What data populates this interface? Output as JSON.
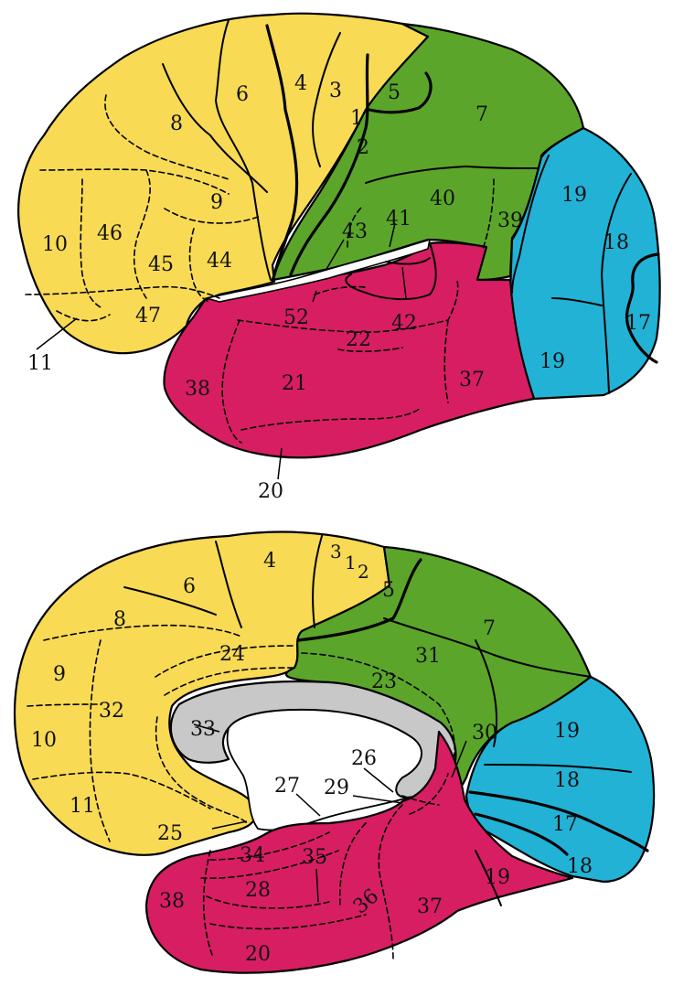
{
  "colors": {
    "frontal": "#F8DA54",
    "parietal": "#5BA62A",
    "occipital": "#22B2D6",
    "temporal": "#D81E62",
    "corpus_callosum": "#C8C8C8",
    "background": "#FFFFFF"
  },
  "lateral_view": {
    "labels": {
      "a1": "1",
      "a2": "2",
      "a3": "3",
      "a4": "4",
      "a5": "5",
      "a6": "6",
      "a7": "7",
      "a8": "8",
      "a9": "9",
      "a10": "10",
      "a11": "11",
      "a17": "17",
      "a18": "18",
      "a19a": "19",
      "a19b": "19",
      "a20": "20",
      "a21": "21",
      "a22": "22",
      "a37": "37",
      "a38": "38",
      "a39": "39",
      "a40": "40",
      "a41": "41",
      "a42": "42",
      "a43": "43",
      "a44": "44",
      "a45": "45",
      "a46": "46",
      "a47": "47",
      "a52": "52"
    }
  },
  "medial_view": {
    "labels": {
      "a1": "1",
      "a2": "2",
      "a3": "3",
      "a4": "4",
      "a5": "5",
      "a6": "6",
      "a7": "7",
      "a8": "8",
      "a9": "9",
      "a10": "10",
      "a11": "11",
      "a17": "17",
      "a18a": "18",
      "a18b": "18",
      "a19a": "19",
      "a19b": "19",
      "a20": "20",
      "a23": "23",
      "a24": "24",
      "a25": "25",
      "a26": "26",
      "a27": "27",
      "a28": "28",
      "a29": "29",
      "a30": "30",
      "a31": "31",
      "a32": "32",
      "a33": "33",
      "a34": "34",
      "a35": "35",
      "a36": "36",
      "a37": "37",
      "a38": "38"
    }
  }
}
